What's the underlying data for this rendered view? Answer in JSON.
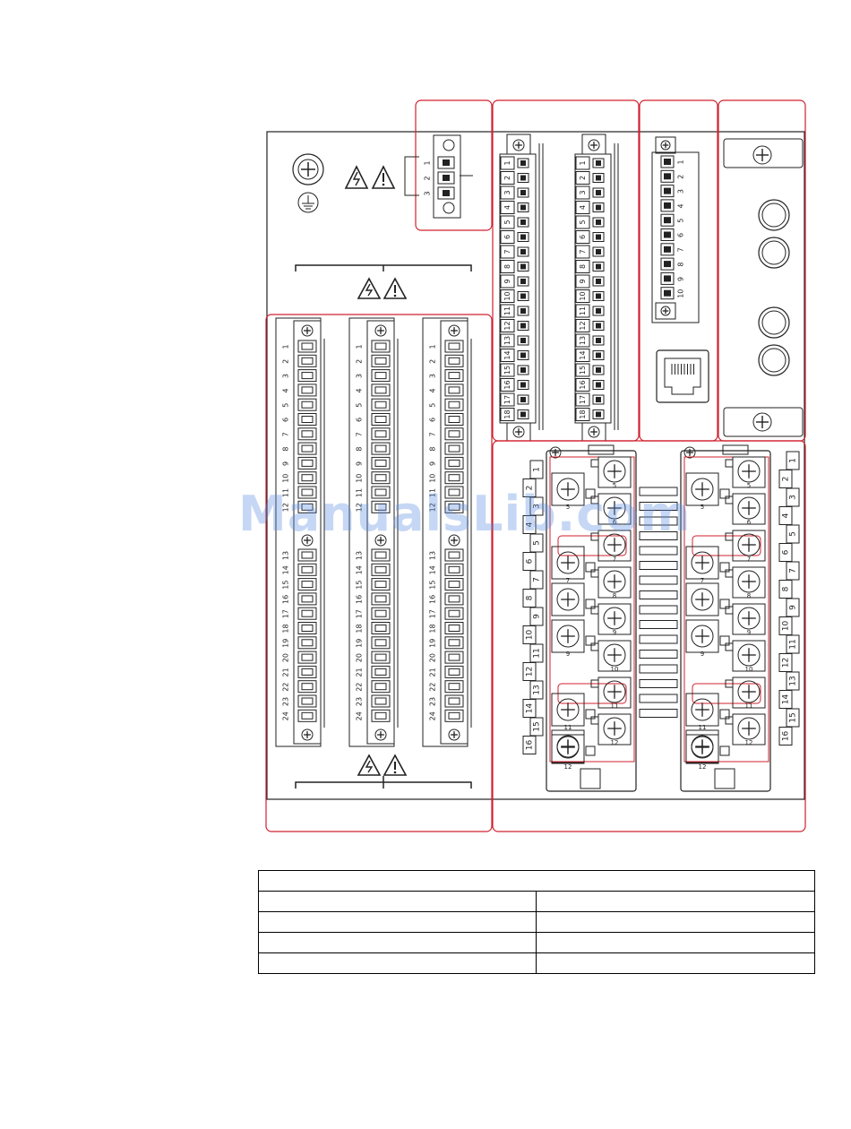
{
  "watermark": "ManualsLib.com",
  "icons": {
    "ground": "protective-earth-ground-icon",
    "warning": "warning-triangle-icon",
    "shock": "electric-shock-triangle-icon",
    "screw": "terminal-screw-icon",
    "rj45": "rj45-ethernet-port-icon"
  },
  "colors": {
    "outline": "#222222",
    "highlight": "#d0202e",
    "watermark": "#5b8fe0"
  },
  "connectors": {
    "power_terminal": {
      "pins": [
        "1",
        "2",
        "3"
      ]
    },
    "io_block": {
      "pins_top": [
        "1",
        "2",
        "3",
        "4",
        "5",
        "6",
        "7",
        "8",
        "9",
        "10",
        "11",
        "12"
      ],
      "pins_bottom": [
        "13",
        "14",
        "15",
        "16",
        "17",
        "18",
        "19",
        "20",
        "21",
        "22",
        "23",
        "24"
      ]
    },
    "pluggable_18": {
      "pins": [
        "1",
        "2",
        "3",
        "4",
        "5",
        "6",
        "7",
        "8",
        "9",
        "10",
        "11",
        "12",
        "13",
        "14",
        "15",
        "16",
        "17",
        "18"
      ]
    },
    "pluggable_10": {
      "pins": [
        "1",
        "2",
        "3",
        "4",
        "5",
        "6",
        "7",
        "8",
        "9",
        "10"
      ]
    },
    "ct_vt_block": {
      "outer_left_tabs": [
        "1",
        "2",
        "3",
        "4",
        "5",
        "6",
        "7",
        "8",
        "9",
        "10",
        "11",
        "12",
        "13",
        "14",
        "15",
        "16"
      ],
      "left_column": [
        "5",
        "7",
        "9",
        "11"
      ],
      "right_column": [
        "5",
        "6",
        "7",
        "8",
        "9",
        "10",
        "11",
        "12"
      ]
    }
  },
  "table": {
    "rows": [
      [
        "",
        ""
      ],
      [
        "",
        ""
      ],
      [
        "",
        ""
      ],
      [
        "",
        ""
      ]
    ]
  }
}
